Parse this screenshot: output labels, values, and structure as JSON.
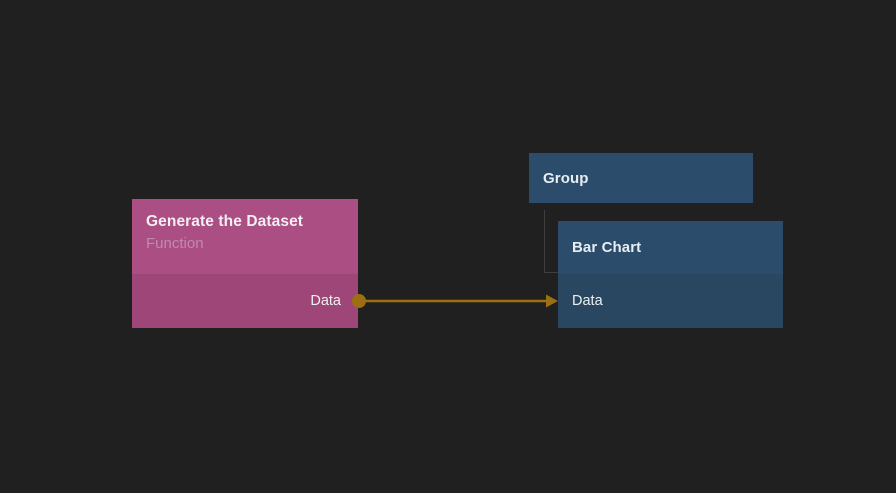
{
  "canvas": {
    "background": "#202020"
  },
  "nodes": {
    "generate_dataset": {
      "title": "Generate the Dataset",
      "subtitle": "Function",
      "header_color": "#ab4e84",
      "body_color": "#9d4677",
      "outputs": [
        {
          "label": "Data"
        }
      ]
    },
    "group": {
      "title": "Group",
      "color": "#2b4c6a"
    },
    "bar_chart": {
      "title": "Bar Chart",
      "header_color": "#2b4c6a",
      "body_color": "#294760",
      "inputs": [
        {
          "label": "Data"
        }
      ]
    }
  },
  "wire": {
    "color": "#9c6f10",
    "from_port": "Generate the Dataset / Data",
    "to_port": "Bar Chart / Data"
  },
  "colors": {
    "bg": "#202020",
    "pink_header": "#ab4e84",
    "pink_body": "#9d4677",
    "blue_header": "#2b4c6a",
    "blue_body": "#294760",
    "wire": "#9c6f10",
    "connector": "#3e3e3e",
    "title_text": "#f3eef2",
    "subtitle_text": "#c08bad",
    "blue_text": "#e7edf3",
    "port_text": "#eef0f2"
  }
}
